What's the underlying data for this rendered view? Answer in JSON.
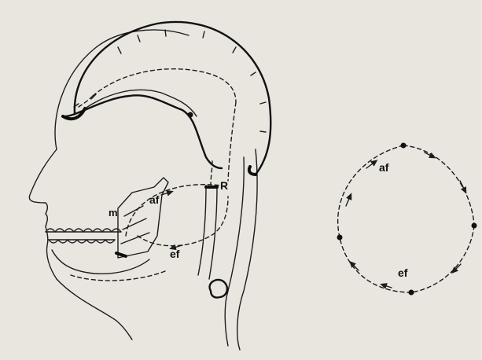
{
  "diagram": {
    "head": {
      "label_afferent": "af",
      "label_efferent": "ef",
      "label_m": "m",
      "label_r": "R"
    },
    "circuit": {
      "label_afferent": "af",
      "label_efferent": "ef"
    }
  }
}
